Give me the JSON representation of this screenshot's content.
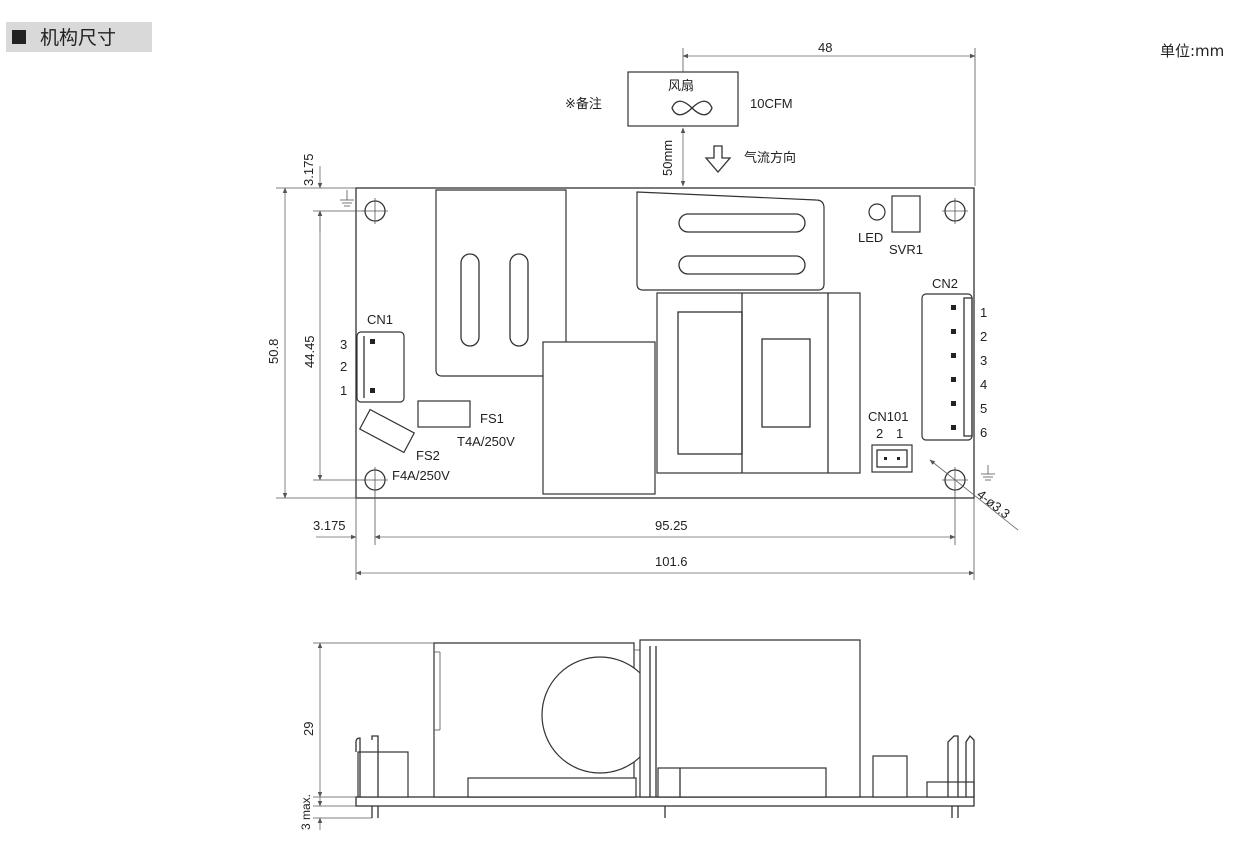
{
  "header": {
    "title": "机构尺寸",
    "unit": "单位:mm"
  },
  "fan": {
    "label": "风扇",
    "note": "※备注",
    "rating": "10CFM",
    "distance": "50mm",
    "airflow": "气流方向"
  },
  "dimensions": {
    "top_width": "48",
    "hole_offset_top": "3.175",
    "board_height": "50.8",
    "hole_spacing_v": "44.45",
    "hole_offset_left": "3.175",
    "hole_spacing_h": "95.25",
    "board_length": "101.6",
    "holes": "4-ø3.3",
    "side_height": "29",
    "side_clearance": "3 max."
  },
  "components": {
    "cn1": {
      "name": "CN1",
      "pins": [
        "3",
        "2",
        "1"
      ]
    },
    "cn2": {
      "name": "CN2",
      "pins": [
        "1",
        "2",
        "3",
        "4",
        "5",
        "6"
      ]
    },
    "cn101": {
      "name": "CN101",
      "pins": [
        "2",
        "1"
      ]
    },
    "fs1": {
      "name": "FS1",
      "rating": "T4A/250V"
    },
    "fs2": {
      "name": "FS2",
      "rating": "F4A/250V"
    },
    "led": "LED",
    "svr1": "SVR1"
  },
  "colors": {
    "line": "#333333",
    "header_bar": "#d9d9d9",
    "background": "#ffffff"
  }
}
